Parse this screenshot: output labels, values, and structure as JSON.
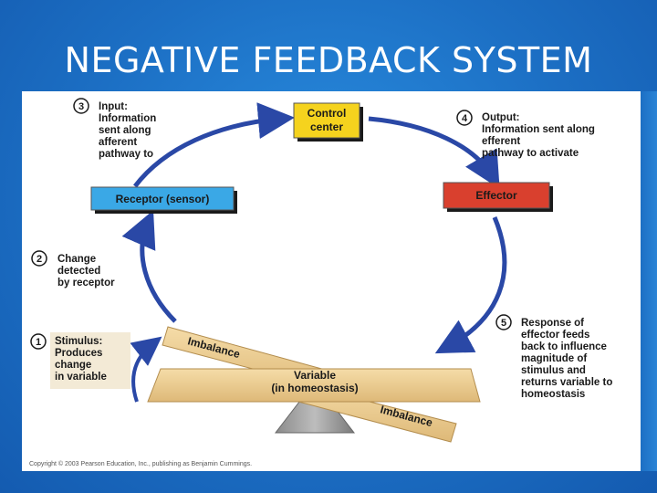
{
  "title": "NEGATIVE FEEDBACK SYSTEM",
  "boxes": {
    "control": [
      "Control",
      "center"
    ],
    "receptor": "Receptor (sensor)",
    "effector": "Effector"
  },
  "steps": {
    "s1": {
      "num": "1",
      "lines": [
        "Stimulus:",
        "Produces",
        "change",
        "in variable"
      ]
    },
    "s2": {
      "num": "2",
      "lines": [
        "Change",
        "detected",
        "by receptor"
      ]
    },
    "s3": {
      "num": "3",
      "lines": [
        "Input:",
        "Information",
        "sent along",
        "afferent",
        "pathway to"
      ]
    },
    "s4": {
      "num": "4",
      "lines": [
        "Output:",
        "Information sent along",
        "efferent",
        "pathway to activate"
      ]
    },
    "s5": {
      "num": "5",
      "lines": [
        "Response of",
        "effector feeds",
        "back to influence",
        "magnitude of",
        "stimulus and",
        "returns variable to",
        "homeostasis"
      ]
    }
  },
  "seesaw": {
    "variable": [
      "Variable",
      "(in homeostasis)"
    ],
    "imbalance_left": "Imbalance",
    "imbalance_right": "Imbalance"
  },
  "copyright": "Copyright © 2003 Pearson Education, Inc., publishing as Benjamin Cummings.",
  "colors": {
    "background": "#1c6fc4",
    "control_box": "#f5d31e",
    "receptor_box": "#3aa8e6",
    "effector_box": "#d9402e",
    "arrow": "#2a48a6",
    "plank": "#eccb8e"
  }
}
